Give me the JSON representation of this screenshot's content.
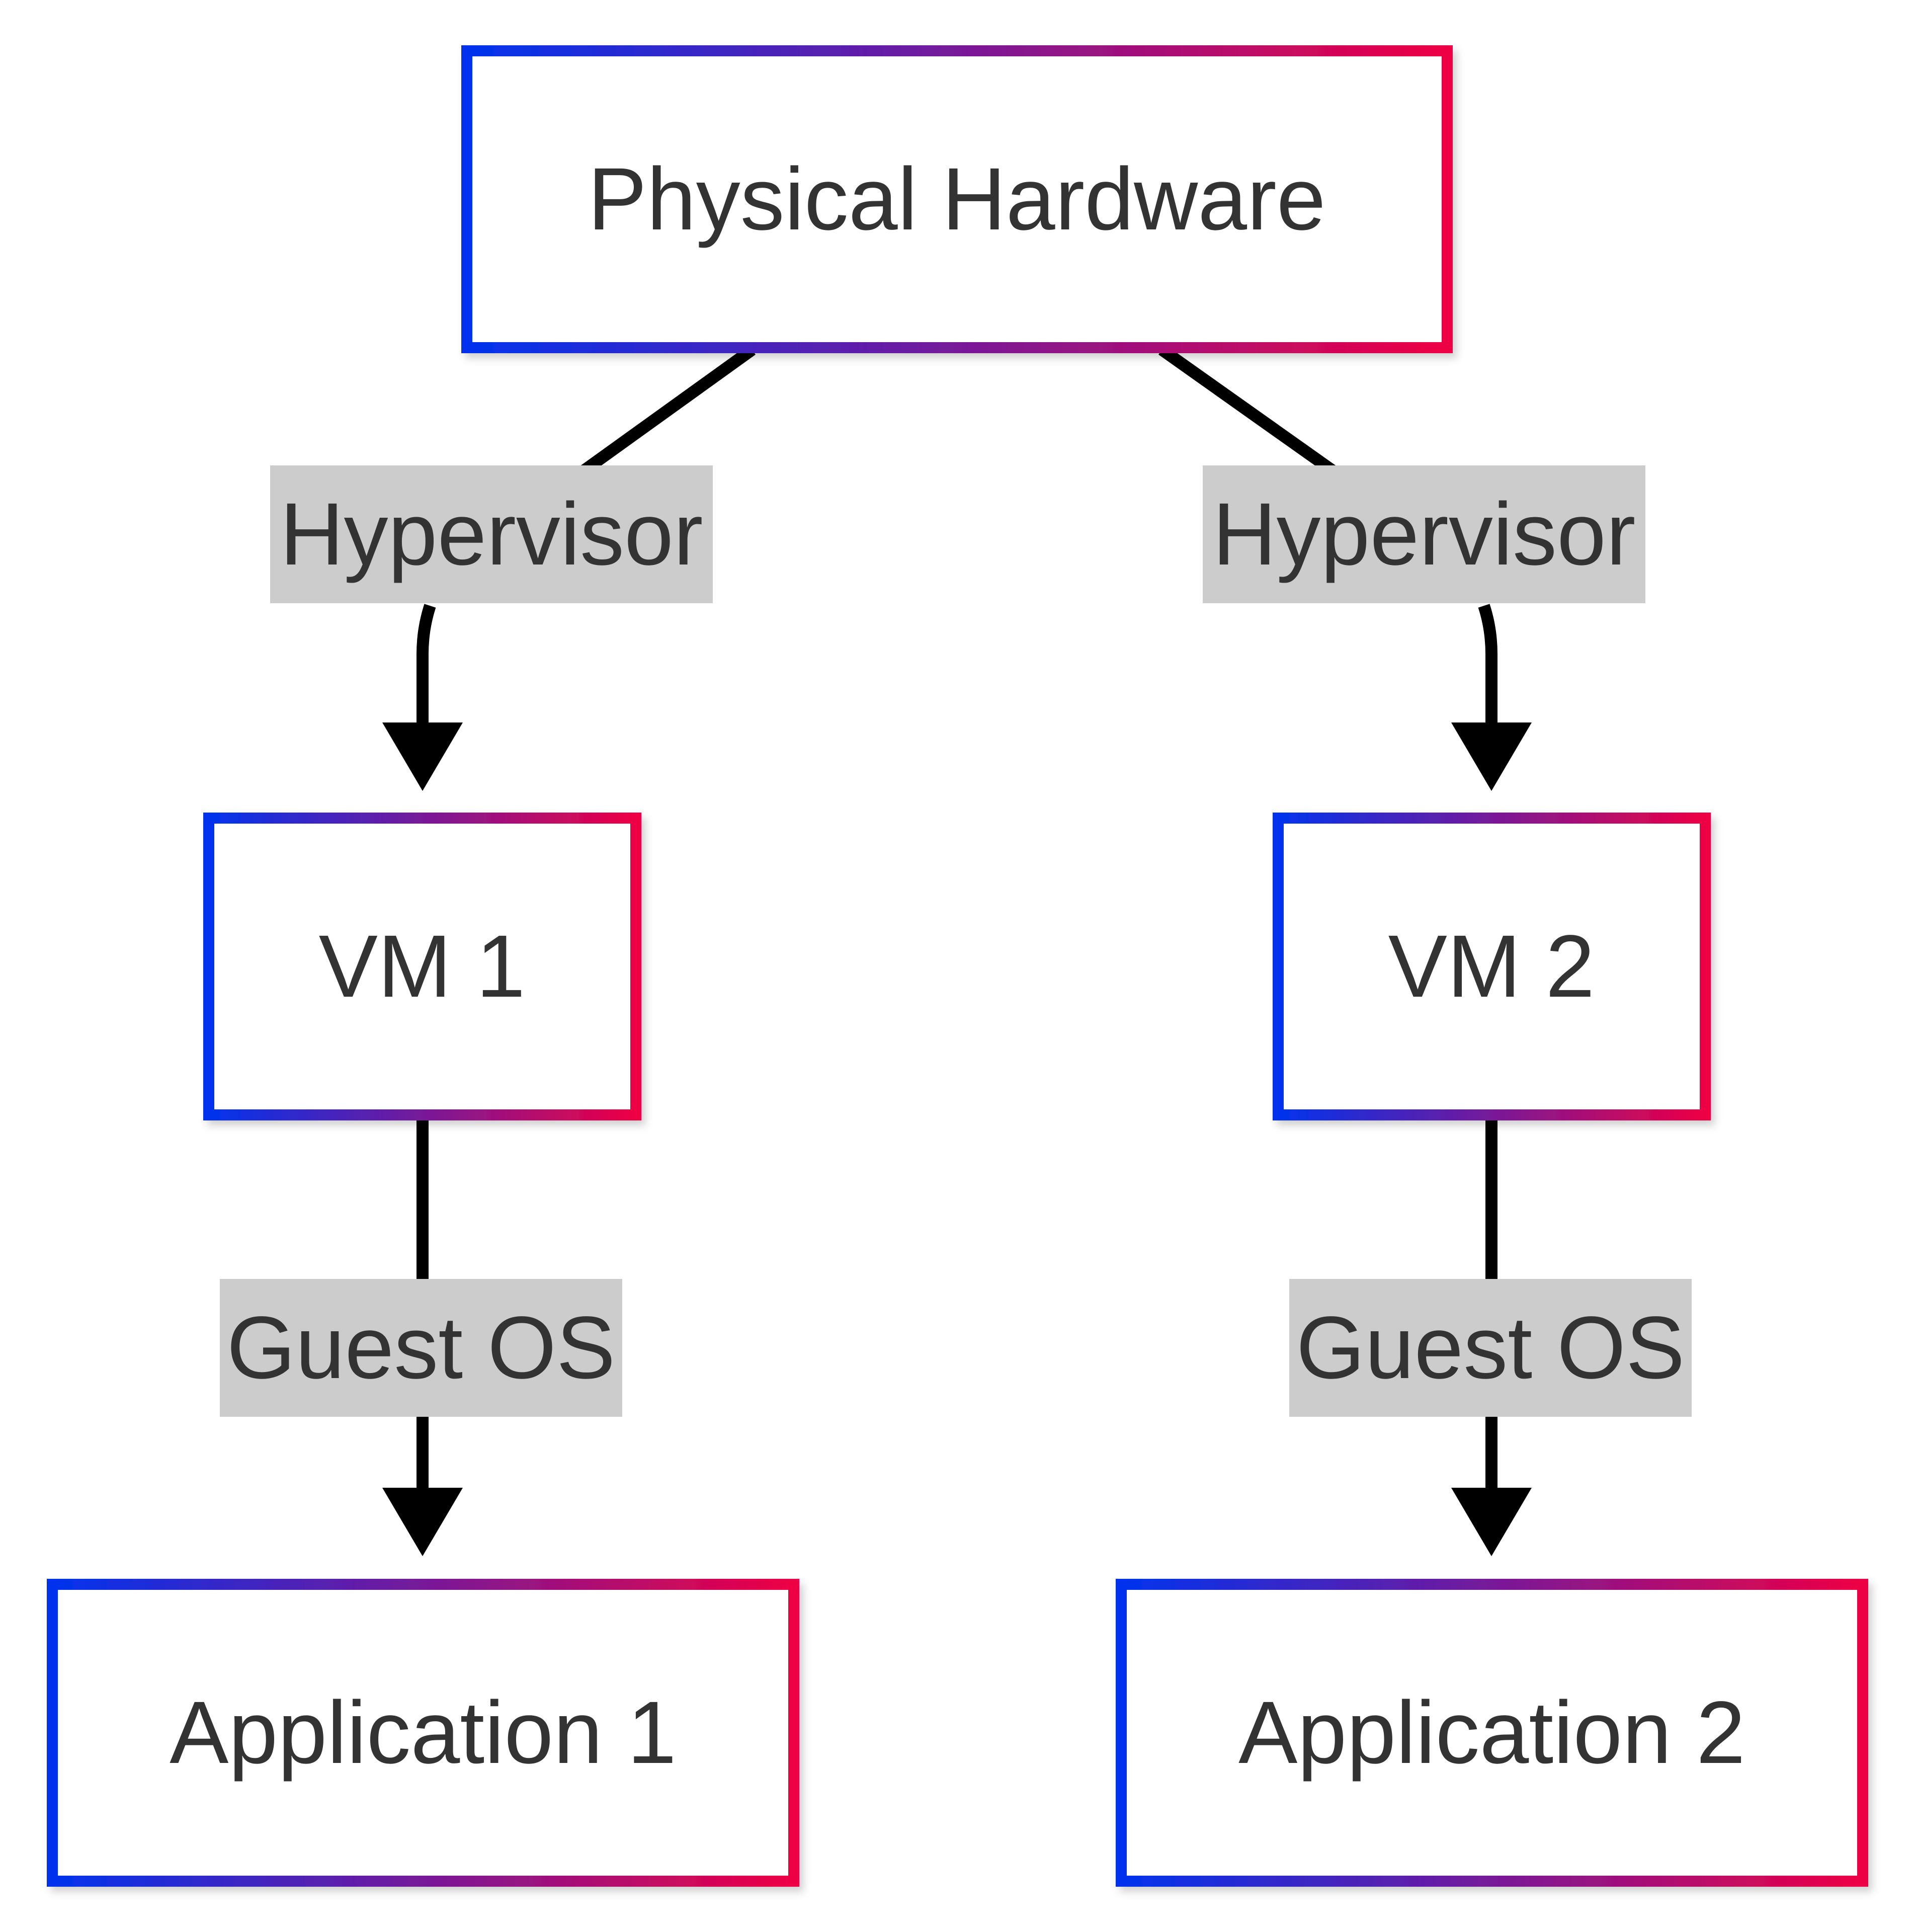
{
  "colors": {
    "node_border_start": "#0033ee",
    "node_border_end": "#ee0044",
    "node_fill": "#ffffff",
    "node_text": "#333333",
    "edge": "#000000",
    "edge_label_bg": "#cccccc"
  },
  "nodes": {
    "hardware": "Physical Hardware",
    "vm1": "VM 1",
    "vm2": "VM 2",
    "app1": "Application 1",
    "app2": "Application 2"
  },
  "edges": {
    "hardware_vm1": "Hypervisor",
    "hardware_vm2": "Hypervisor",
    "vm1_app1": "Guest OS",
    "vm2_app2": "Guest OS"
  }
}
